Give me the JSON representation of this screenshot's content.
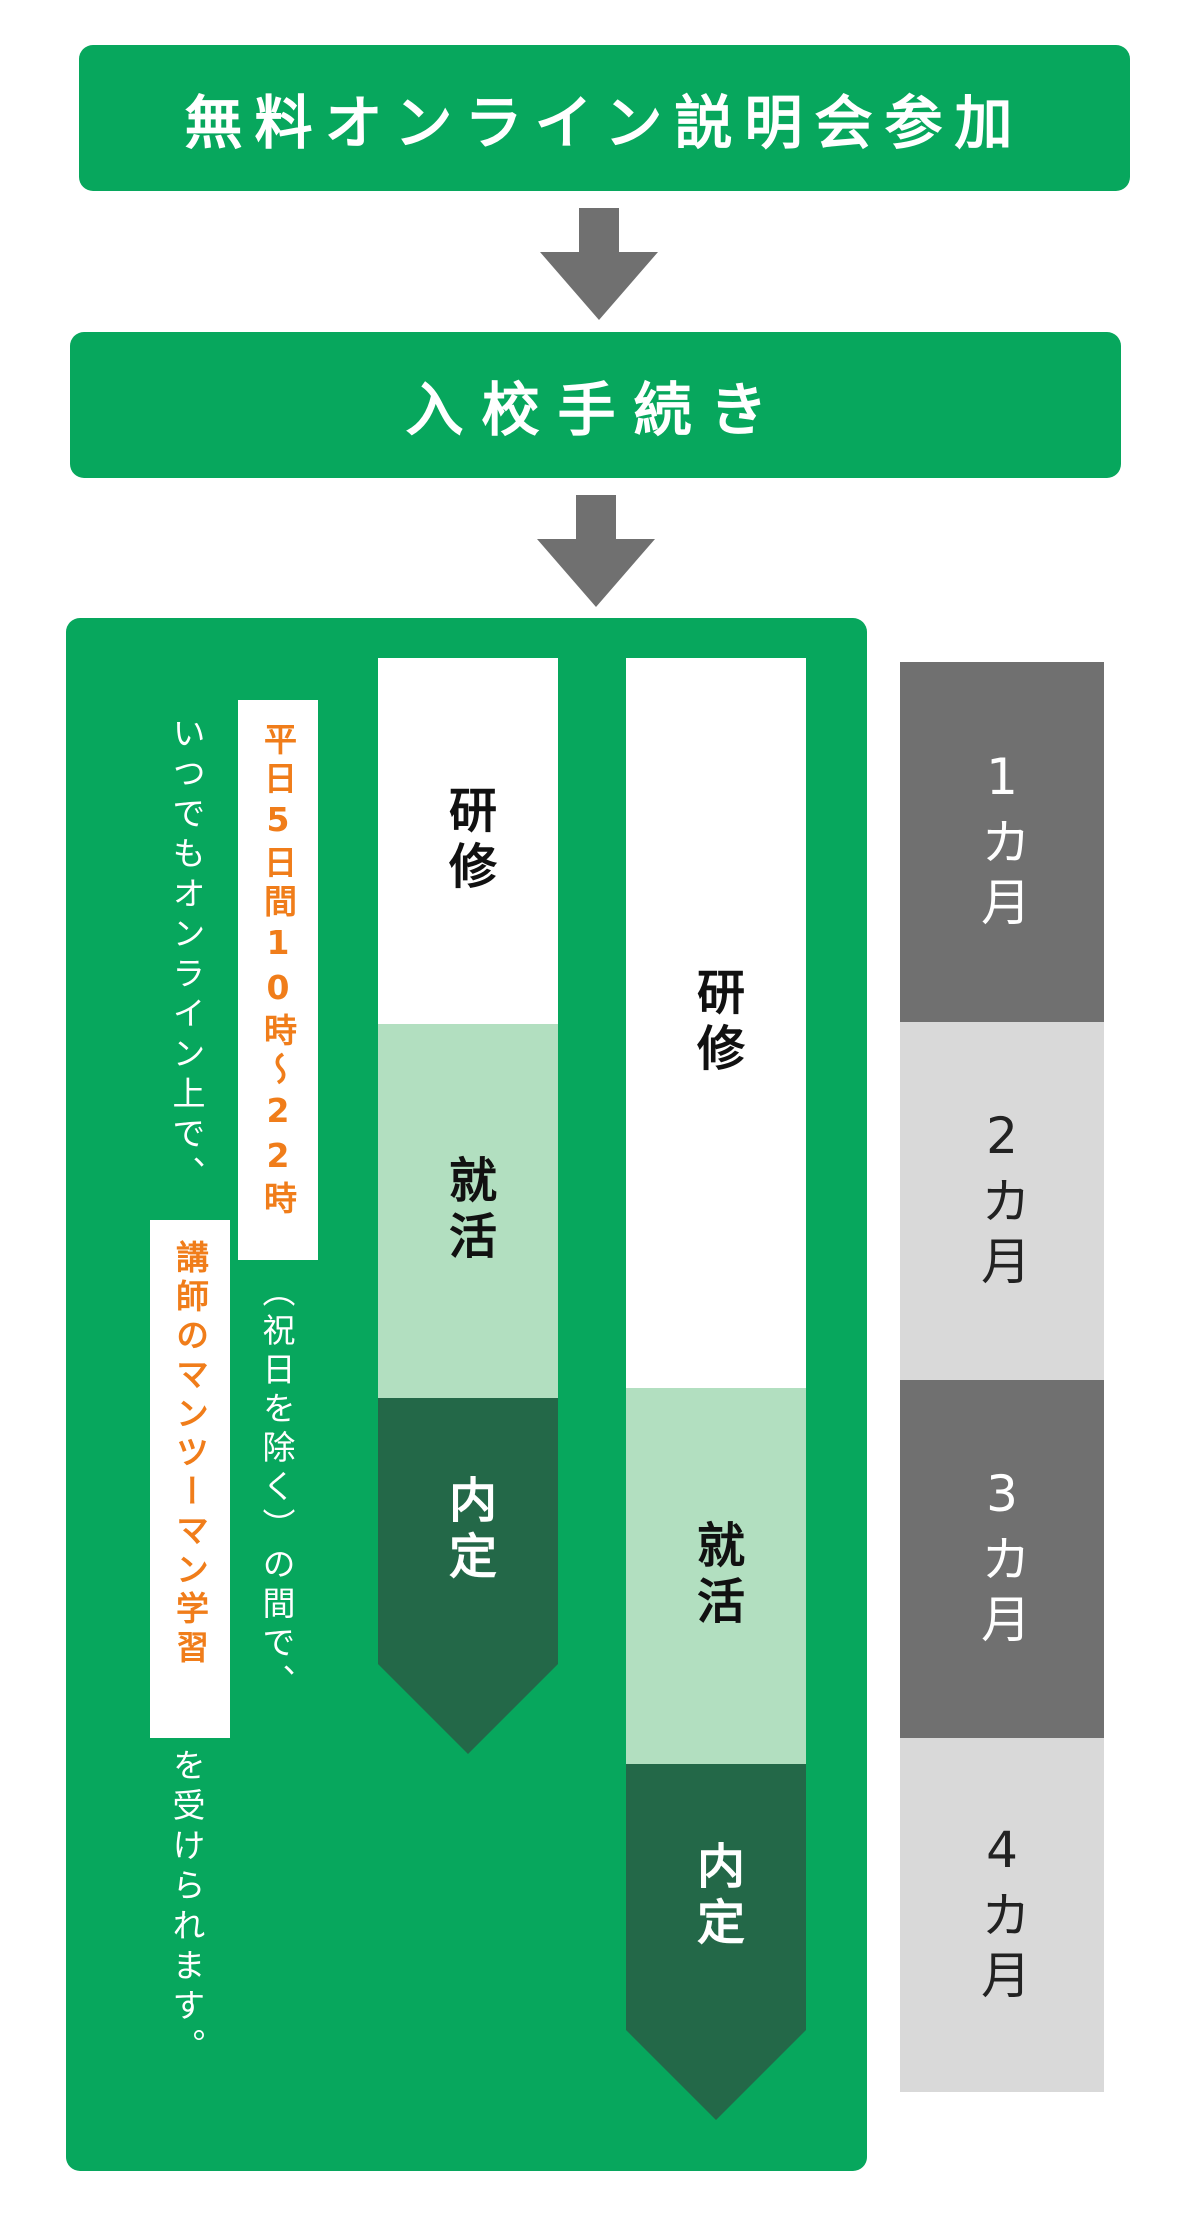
{
  "steps": {
    "step1": "無料オンライン説明会参加",
    "step2": "入校手続き"
  },
  "description": {
    "line1": "いつでもオンライン上で、",
    "highlight1": "平日5日間10時〜22時",
    "paren": "（祝日を除く）の間で、",
    "highlight2": "講師のマンツーマン学習",
    "line3": "を受けられます。"
  },
  "track_short": {
    "training": "研修",
    "job_hunting": "就活",
    "offer": "内定"
  },
  "track_long": {
    "training": "研修",
    "job_hunting": "就活",
    "offer": "内定"
  },
  "months": [
    "1カ月",
    "2カ月",
    "3カ月",
    "4カ月"
  ],
  "colors": {
    "brand_green": "#07a75d",
    "light_green": "#b2dfc0",
    "dark_green": "#236848",
    "highlight_orange": "#f07d1a",
    "arrow_gray": "#707070",
    "month_light_gray": "#d9d9d9"
  },
  "icons": {
    "flow_arrow": "down-arrow-icon"
  }
}
